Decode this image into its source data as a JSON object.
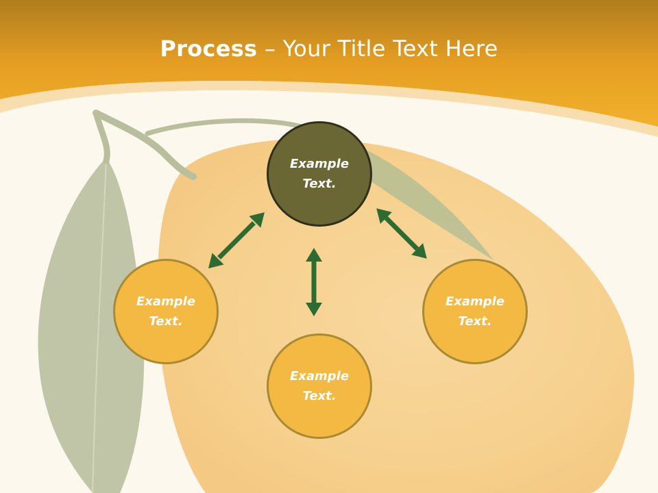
{
  "slide": {
    "title_bold": "Process",
    "title_rest": " – Your Title Text Here"
  },
  "nodes": {
    "center": "Example\nText.",
    "left": "Example\nText.",
    "bottom": "Example\nText.",
    "right": "Example\nText."
  },
  "colors": {
    "header_orange": "#f0a51f",
    "center_node": "#6b6735",
    "outer_node": "#f4b942",
    "arrow": "#2e6b32"
  }
}
